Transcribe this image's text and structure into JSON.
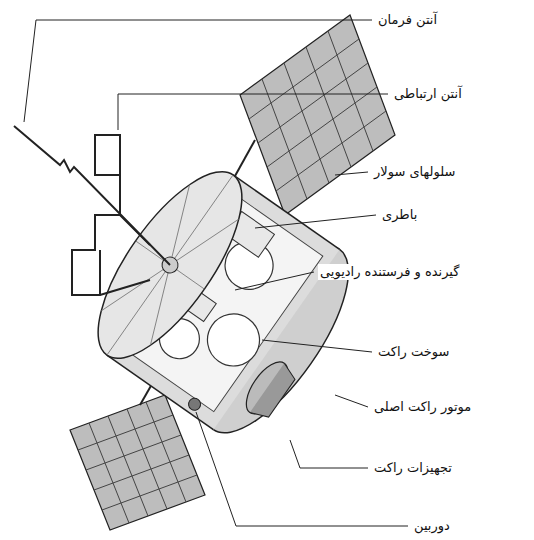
{
  "diagram": {
    "labels": [
      "آنتن فرمان",
      "آنتن ارتباطی",
      "سلولهای سولار",
      "باطری",
      "گیرنده و فرستنده رادیویی",
      "سوخت راکت",
      "موتور راکت اصلی",
      "تجهیزات راکت",
      "دوربین"
    ]
  }
}
